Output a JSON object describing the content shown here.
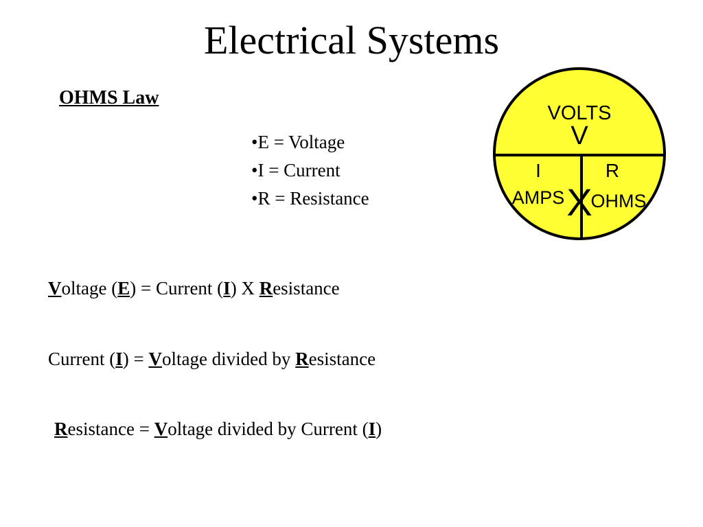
{
  "title": "Electrical Systems",
  "subtitle": "OHMS Law",
  "definitions": [
    {
      "text": "•E = Voltage"
    },
    {
      "text": "•I = Current"
    },
    {
      "text": "•R = Resistance"
    }
  ],
  "equations": {
    "voltage": {
      "a": "V",
      "b": "oltage (",
      "c": "E",
      "d": ") = Current (",
      "e": "I",
      "f": ") X ",
      "g": "R",
      "h": "esistance"
    },
    "current": {
      "a": "Current (",
      "b": "I",
      "c": ") = ",
      "d": "V",
      "e": "oltage divided by ",
      "f": "R",
      "g": "esistance"
    },
    "resistance": {
      "a": "R",
      "b": "esistance = ",
      "c": "V",
      "d": "oltage divided by Current (",
      "e": "I",
      "f": ")"
    }
  },
  "diagram": {
    "fill_color": "#ffff33",
    "top_label": "VOLTS",
    "top_symbol": "V",
    "left_label": "I",
    "left_sub": "AMPS",
    "right_label": "R",
    "right_sub": "OHMS",
    "operator": "X"
  }
}
